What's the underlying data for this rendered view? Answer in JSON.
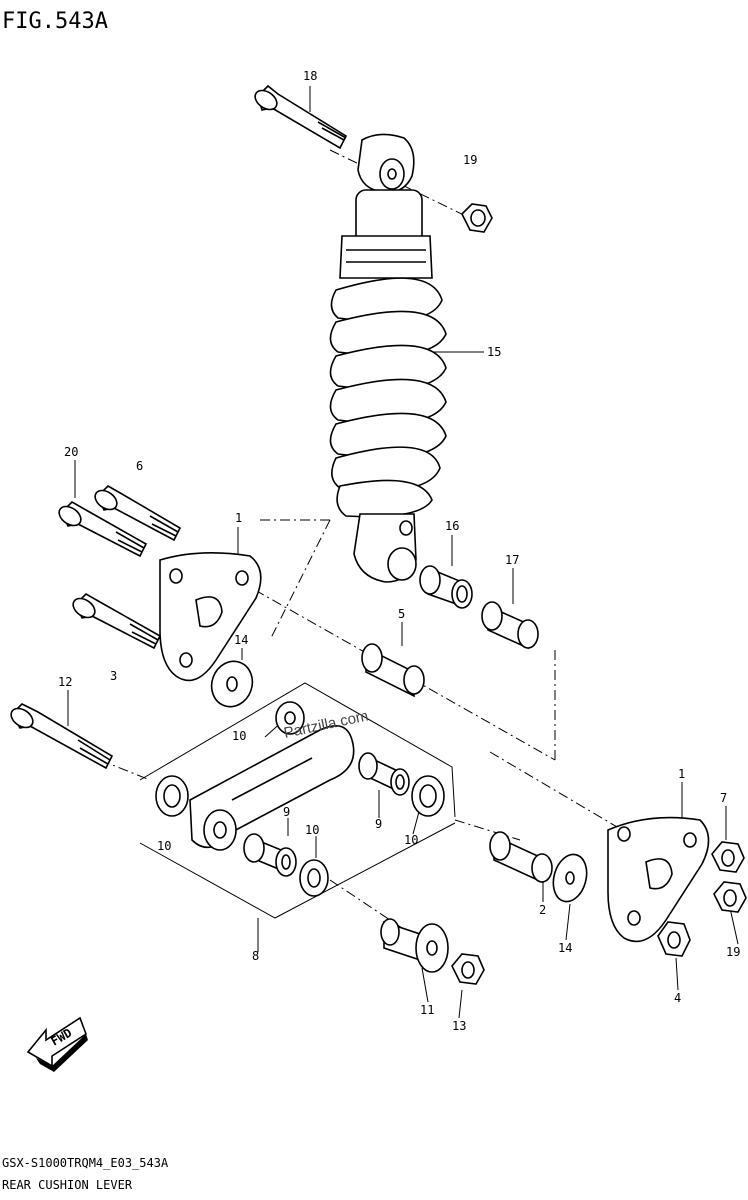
{
  "figure_title": "FIG.543A",
  "diagram_code": "GSX-S1000TRQM4_E03_543A",
  "diagram_name": "REAR CUSHION LEVER",
  "watermark": "Partzilla.com",
  "fwd_label": "FWD",
  "callouts": {
    "c18": "18",
    "c19a": "19",
    "c15": "15",
    "c20": "20",
    "c6": "6",
    "c1a": "1",
    "c16": "16",
    "c17": "17",
    "c14a": "14",
    "c3": "3",
    "c5": "5",
    "c12": "12",
    "c10a": "10",
    "c9a": "9",
    "c10b": "10",
    "c9b": "9",
    "c10c": "10",
    "c10d": "10",
    "c1b": "1",
    "c7": "7",
    "c2": "2",
    "c14b": "14",
    "c19b": "19",
    "c8": "8",
    "c4": "4",
    "c11": "11",
    "c13": "13"
  }
}
